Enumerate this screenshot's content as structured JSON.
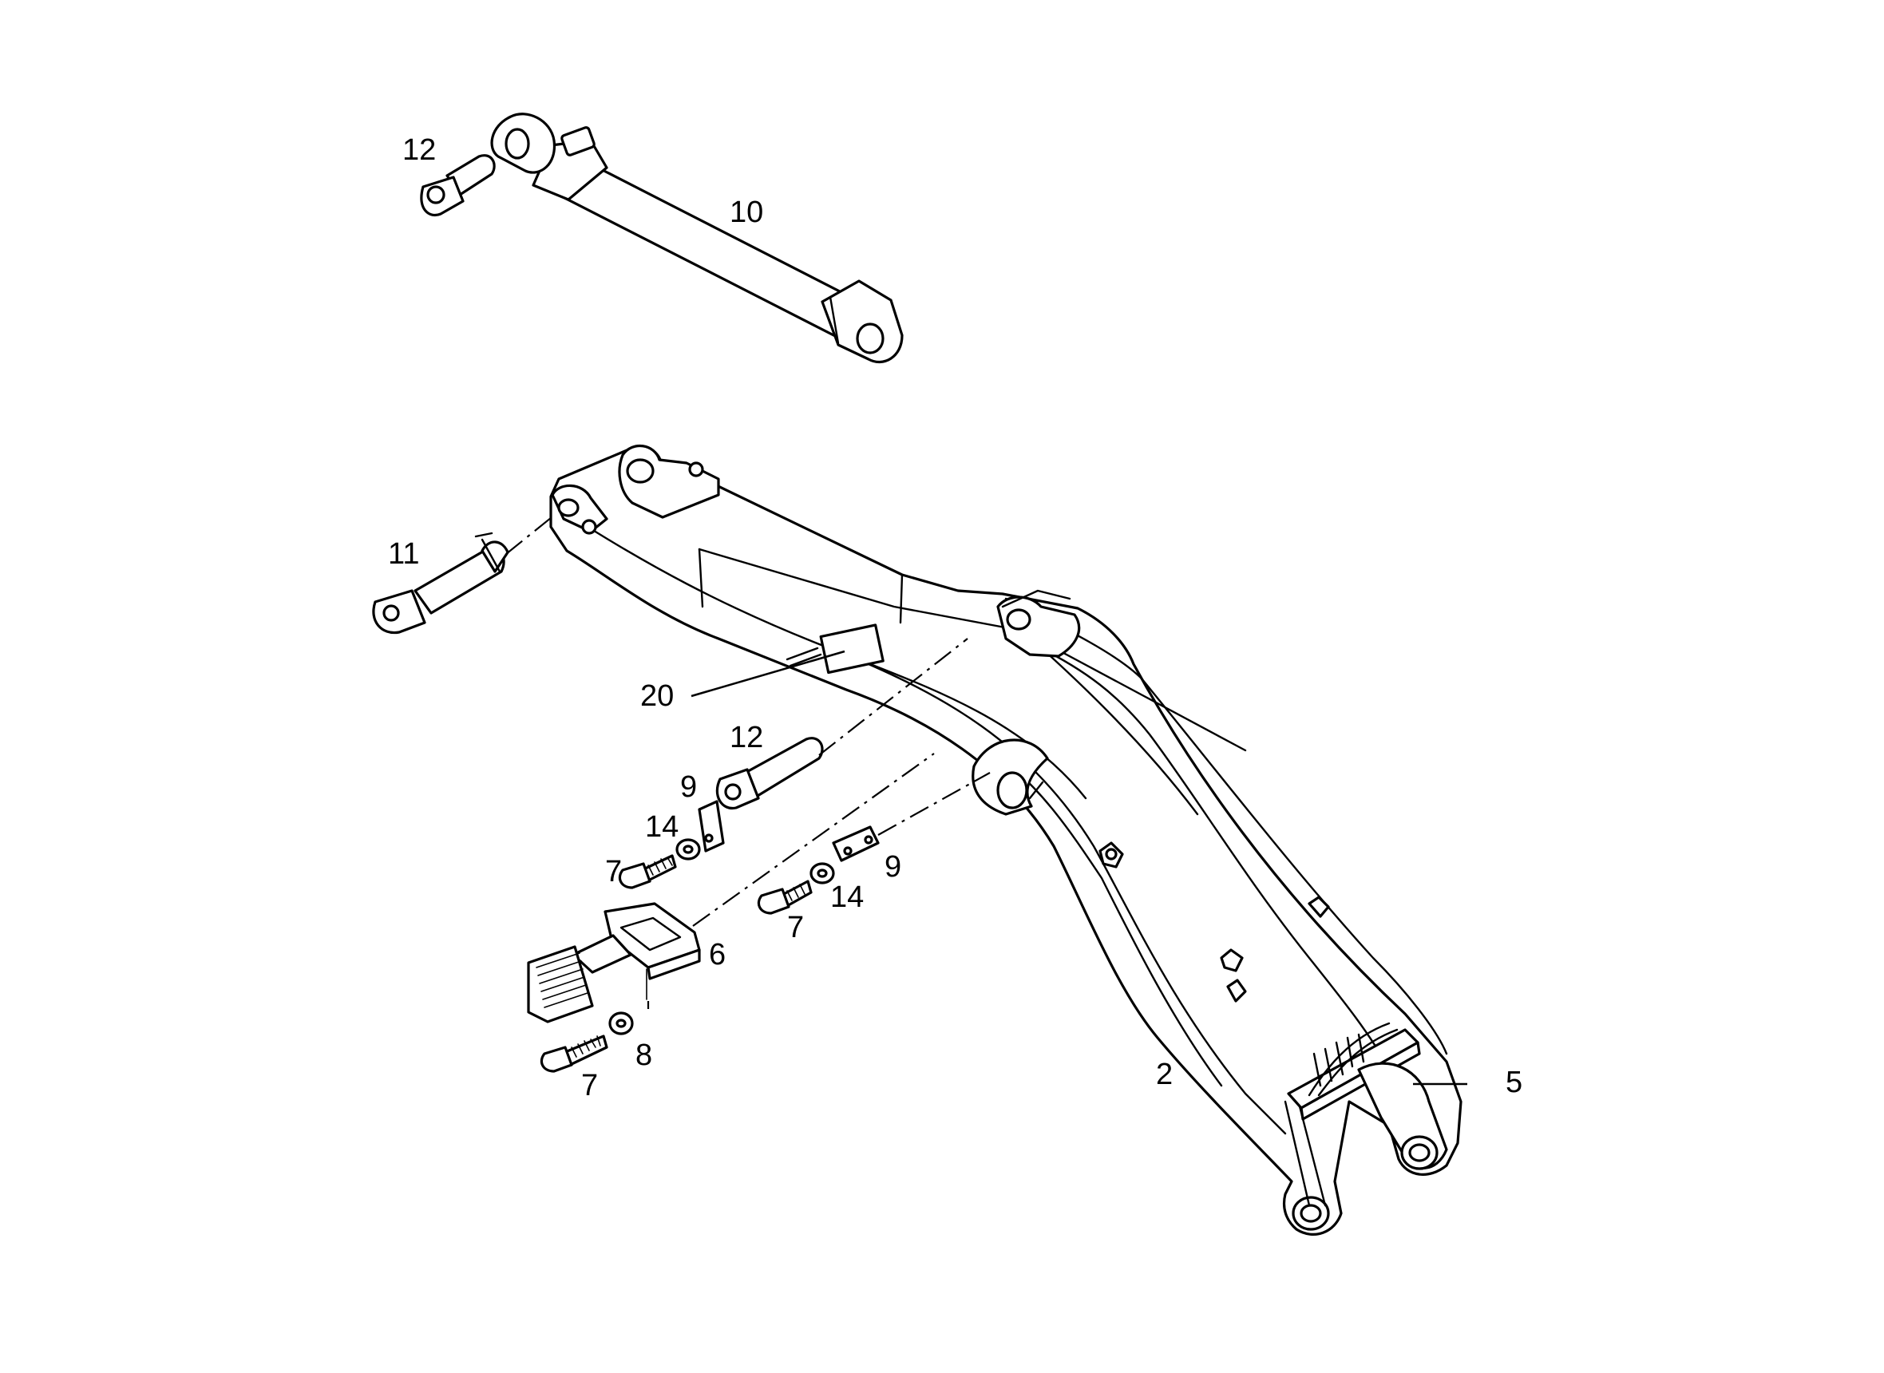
{
  "callouts": {
    "c2": "2",
    "c5": "5",
    "c6": "6",
    "c7a": "7",
    "c7b": "7",
    "c7c": "7",
    "c8": "8",
    "c9a": "9",
    "c9b": "9",
    "c10": "10",
    "c11": "11",
    "c12a": "12",
    "c12b": "12",
    "c14a": "14",
    "c14b": "14",
    "c20": "20"
  },
  "parts": [
    "boom-arm",
    "bucket-linkage-bracket",
    "step-pedal",
    "bolt",
    "washer",
    "plate",
    "hydraulic-cylinder",
    "pin",
    "decal-label"
  ]
}
